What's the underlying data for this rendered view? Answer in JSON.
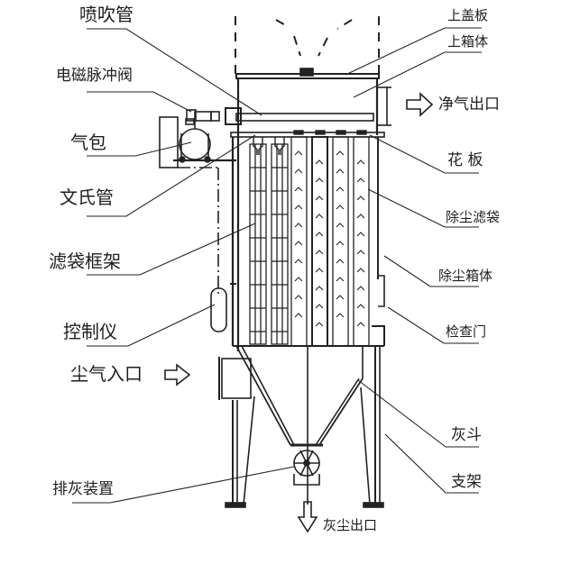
{
  "diagram": {
    "title": "",
    "subject": "pulse-jet bag dust collector structure",
    "colors": {
      "line": "#222222",
      "background": "#ffffff"
    },
    "labels_left": [
      {
        "id": "blowpipe",
        "text": "喷吹管"
      },
      {
        "id": "solenoid_pulse_valve",
        "text": "电磁脉冲阀"
      },
      {
        "id": "air_bag",
        "text": "气包"
      },
      {
        "id": "venturi_tube",
        "text": "文氏管"
      },
      {
        "id": "bag_cage",
        "text": "滤袋框架"
      },
      {
        "id": "controller",
        "text": "控制仪"
      },
      {
        "id": "dusty_gas_inlet",
        "text": "尘气入口"
      },
      {
        "id": "ash_discharge_device",
        "text": "排灰装置"
      }
    ],
    "labels_right": [
      {
        "id": "top_cover",
        "text": "上盖板"
      },
      {
        "id": "upper_box",
        "text": "上箱体"
      },
      {
        "id": "clean_gas_outlet",
        "text": "净气出口"
      },
      {
        "id": "tube_sheet",
        "text": "花 板"
      },
      {
        "id": "filter_bag",
        "text": "除尘滤袋"
      },
      {
        "id": "dust_box",
        "text": "除尘箱体"
      },
      {
        "id": "inspection_door",
        "text": "检查门"
      },
      {
        "id": "ash_hopper",
        "text": "灰斗"
      },
      {
        "id": "support_frame",
        "text": "支架"
      }
    ],
    "labels_bottom": [
      {
        "id": "dust_outlet",
        "text": "灰尘出口"
      }
    ],
    "arrows": [
      {
        "id": "clean_gas_outlet_arrow",
        "direction": "right"
      },
      {
        "id": "dusty_gas_inlet_arrow",
        "direction": "right"
      },
      {
        "id": "dust_outlet_arrow",
        "direction": "down"
      }
    ]
  }
}
